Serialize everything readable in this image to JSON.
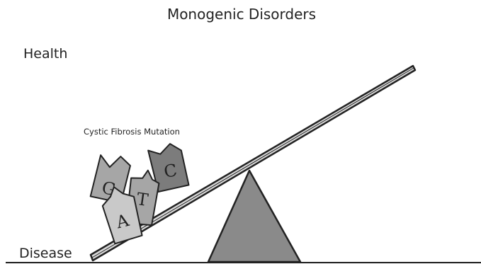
{
  "diagram": {
    "title": "Monogenic Disorders",
    "top_label": "Health",
    "bottom_label": "Disease",
    "mutation_label": "Cystic Fibrosis Mutation",
    "bases": [
      {
        "letter": "G"
      },
      {
        "letter": "A"
      },
      {
        "letter": "T"
      },
      {
        "letter": "C"
      }
    ],
    "colors": {
      "ink": "#222222",
      "fulcrum": "#8a8a8a",
      "tag_light": "#c9c9c9",
      "tag_mid": "#a6a6a6",
      "tag_dark": "#7c7c7c",
      "plank": "#d8d8d8"
    }
  }
}
